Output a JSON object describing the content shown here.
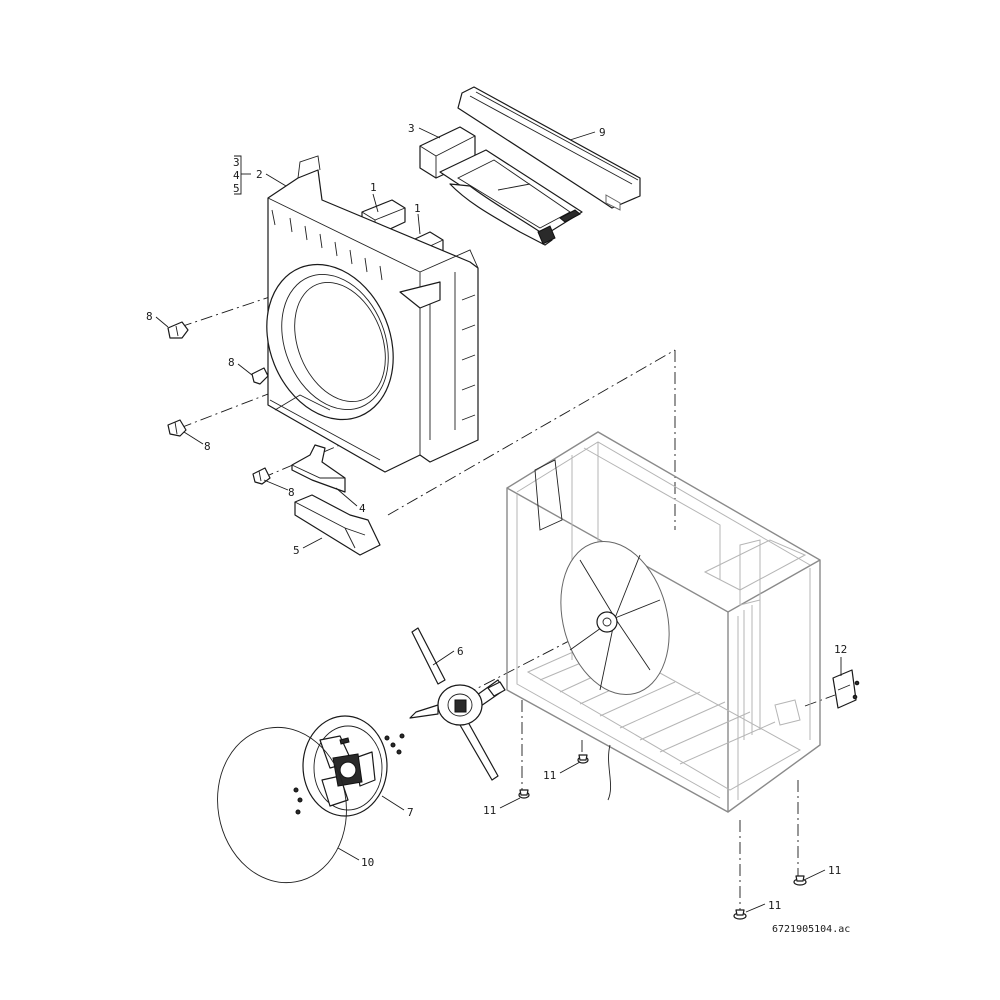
{
  "drawing": {
    "callouts": {
      "c1a": "1",
      "c1b": "1",
      "c2": "2",
      "c2_group": [
        "3",
        "4",
        "5"
      ],
      "c3": "3",
      "c4": "4",
      "c5": "5",
      "c6": "6",
      "c7": "7",
      "c8a": "8",
      "c8b": "8",
      "c8c": "8",
      "c8d": "8",
      "c9": "9",
      "c10": "10",
      "c11a": "11",
      "c11b": "11",
      "c11c": "11",
      "c11d": "11",
      "c12": "12"
    },
    "document_number": "6721905104.ac"
  }
}
